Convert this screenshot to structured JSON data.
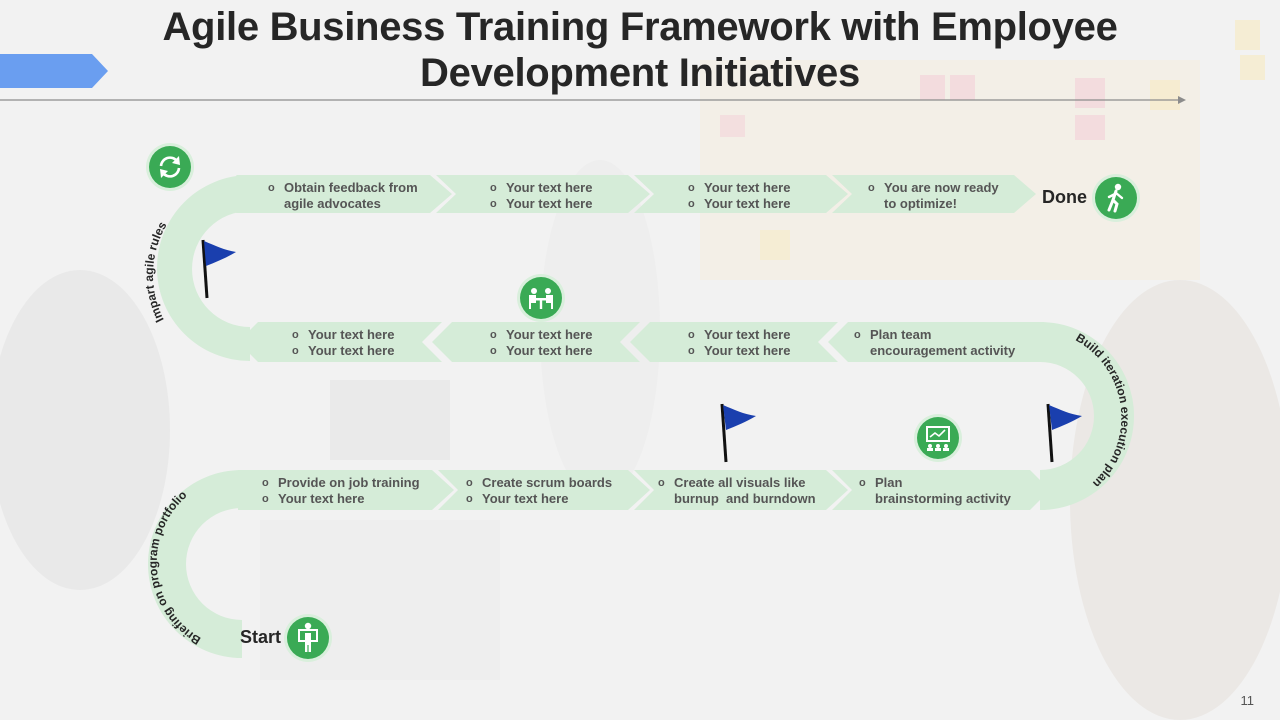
{
  "slide": {
    "title_line1": "Agile Business Training Framework with Employee",
    "title_line2": "Development Initiatives",
    "page_number": "11"
  },
  "curve_labels": {
    "top_left": "Impart agile rules",
    "right": "Build iteration execution plan",
    "bottom_left": "Briefing on program portfolio"
  },
  "markers": {
    "done": "Done",
    "start": "Start"
  },
  "rows": {
    "row1": [
      {
        "line1": "Obtain feedback from",
        "line2": "agile advocates"
      },
      {
        "line1": "Your text here",
        "line2": "Your text here"
      },
      {
        "line1": "Your text here",
        "line2": "Your text here"
      },
      {
        "line1": "You are now ready",
        "line2": "to optimize!"
      }
    ],
    "row2": [
      {
        "line1": "Your text here",
        "line2": "Your text here"
      },
      {
        "line1": "Your text here",
        "line2": "Your text here"
      },
      {
        "line1": "Your text here",
        "line2": "Your text here"
      },
      {
        "line1": "Plan team",
        "line2": "encouragement activity"
      }
    ],
    "row3": [
      {
        "line1": "Provide on job training",
        "line2": "Your text here"
      },
      {
        "line1": "Create scrum boards",
        "line2": "Your text here"
      },
      {
        "line1": "Create all visuals like",
        "line2": "burnup  and burndown"
      },
      {
        "line1": "Plan",
        "line2": "brainstorming activity"
      }
    ]
  },
  "colors": {
    "path": "#d5ecd8",
    "icon": "#3aaa55",
    "flag": "#1a3fae",
    "accent": "#6a9ef0"
  },
  "icons": {
    "top_left": "refresh-cycle-icon",
    "done": "walking-person-icon",
    "meeting": "meeting-table-icon",
    "presentation": "presentation-board-icon",
    "start": "person-with-board-icon",
    "flag": "flag-icon"
  }
}
